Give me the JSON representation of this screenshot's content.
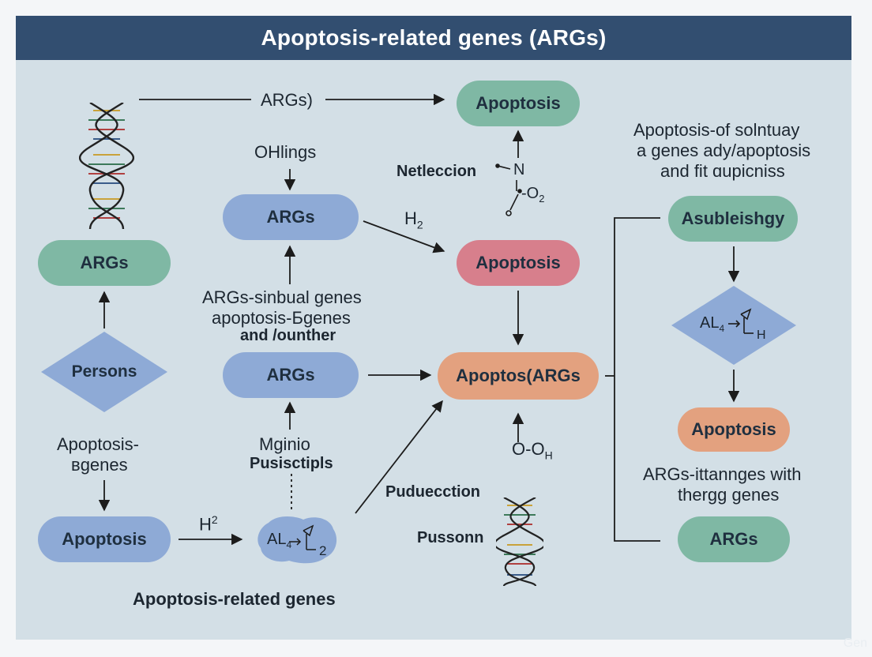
{
  "title": "Apoptosis-related genes (ARGs)",
  "nodes": {
    "top_apoptosis": "Apoptosis",
    "left_args": "ARGs",
    "persons": "Persons",
    "left_apoptosis": "Apoptosis",
    "mid_args_top": "ARGs",
    "mid_args_bottom": "ARGs",
    "pink_apoptosis": "Apoptosis",
    "center_apoptos": "Apoptos(ARGs",
    "right_asubleishgy": "Asubleishgy",
    "right_apoptosis": "Apoptosis",
    "right_args": "ARGs"
  },
  "labels": {
    "args_arrow": "ARGs)",
    "ohlings": "OHlings",
    "netleccion": "Netleccion",
    "h2_mid": "H",
    "h2_mid_sub": "2",
    "args_sinbual_1": "ARGs-sinbual genes",
    "args_sinbual_2": "apoptosis-Бgenes",
    "args_sinbual_3": "and /ounther",
    "mginio": "Mginio",
    "pusisctipls": "Pusisctipls",
    "apoptosis_egenes_1": "Apoptosis-",
    "apoptosis_egenes_2": "вgenes",
    "h2_bottom": "H",
    "h2_bottom_sup": "2",
    "bottom_caption": "Apoptosis-related genes",
    "puduecction": "Puduecction",
    "pussonn": "Pussonn",
    "right_text_1": "Apoptosis-of solntuay",
    "right_text_2": "a genes ady/apoptosis",
    "right_text_3": "and fit ɑupicniss",
    "args_ittannges_1": "ARGs-ittannges with",
    "args_ittannges_2": "thergg genes",
    "mol_n": "N",
    "mol_o2": "-O",
    "mol_o2_sub": "2",
    "mol_al": "AL",
    "mol_al_sub": "4",
    "mol_h": "H",
    "mol_bottom_al": "AL",
    "mol_bottom_al_sub": "4",
    "mol_bottom_2": "2",
    "mol_oo": "O-O",
    "mol_oo_sub": "H"
  },
  "watermark": "Gen",
  "colors": {
    "header": "#324e70",
    "panel": "#d3dfe6",
    "green": "#7fb8a4",
    "blue": "#8eaad6",
    "pink": "#d77f8c",
    "orange": "#e3a17f",
    "diamond": "#8eaad6"
  }
}
